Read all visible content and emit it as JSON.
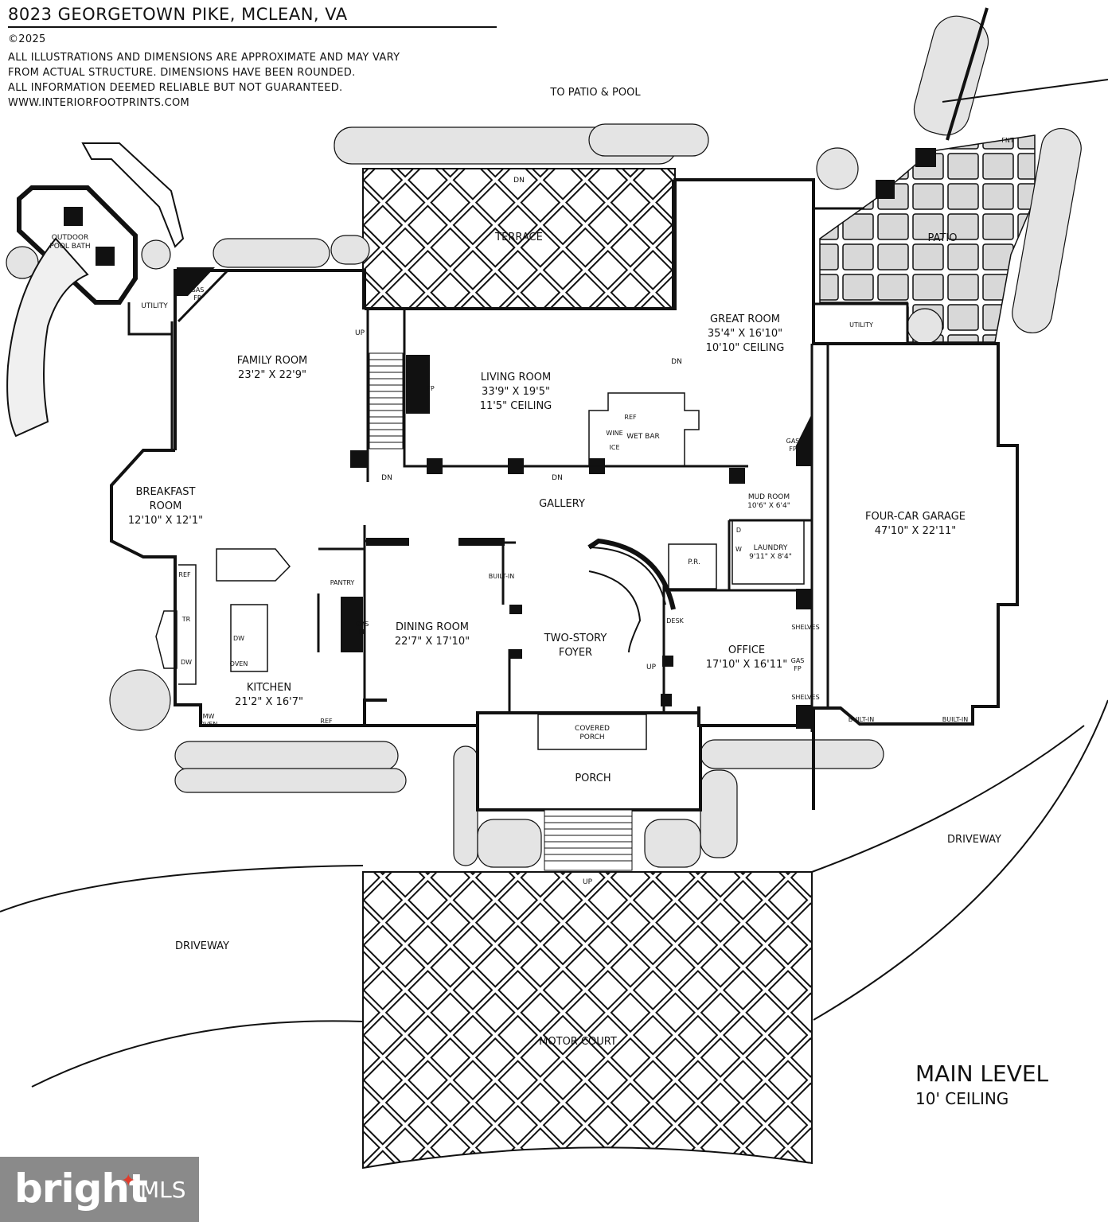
{
  "header": {
    "address": "8023 GEORGETOWN PIKE, MCLEAN, VA",
    "copyright": "©2025",
    "disclaimer": [
      "ALL ILLUSTRATIONS AND DIMENSIONS ARE APPROXIMATE AND MAY VARY",
      "FROM ACTUAL STRUCTURE. DIMENSIONS HAVE BEEN ROUNDED.",
      "ALL INFORMATION DEEMED RELIABLE BUT NOT GUARANTEED.",
      "WWW.INTERIORFOOTPRINTS.COM"
    ]
  },
  "labels": {
    "to_patio": "TO PATIO & POOL",
    "terrace": "TERRACE",
    "patio": "PATIO",
    "outdoor_pool_bath": [
      "OUTDOOR",
      "POOL BATH"
    ],
    "utility": "UTILITY",
    "utility2": "UTILITY",
    "gas_fp": [
      "GAS",
      "FP"
    ],
    "family_room": [
      "FAMILY ROOM",
      "23'2\" X 22'9\""
    ],
    "living_room": [
      "LIVING ROOM",
      "33'9\" X 19'5\"",
      "11'5\" CEILING"
    ],
    "great_room": [
      "GREAT ROOM",
      "35'4\" X 16'10\"",
      "10'10\" CEILING"
    ],
    "fp": "FP",
    "wet_bar": "WET BAR",
    "ref": "REF",
    "wine": "WINE",
    "ice": "ICE",
    "breakfast_room": [
      "BREAKFAST",
      "ROOM",
      "12'10\" X 12'1\""
    ],
    "gallery": "GALLERY",
    "mud_room": [
      "MUD ROOM",
      "10'6\" X 6'4\""
    ],
    "laundry": [
      "LAUNDRY",
      "9'11\" X 8'4\""
    ],
    "pr": "P.R.",
    "four_car_garage": [
      "FOUR-CAR GARAGE",
      "47'10\" X 22'11\""
    ],
    "pantry": "PANTRY",
    "dining_room": [
      "DINING ROOM",
      "22'7\" X 17'10\""
    ],
    "two_story_foyer": [
      "TWO-STORY",
      "FOYER"
    ],
    "office": [
      "OFFICE",
      "17'10\" X 16'11\""
    ],
    "kitchen": [
      "KITCHEN",
      "21'2\" X 16'7\""
    ],
    "covered_porch": [
      "COVERED",
      "PORCH"
    ],
    "porch": "PORCH",
    "built_in": "BUILT-IN",
    "shelves": "SHELVES",
    "desk": "DESK",
    "mw_oven": [
      "MW",
      "OVEN"
    ],
    "dw": "DW",
    "tr": "TR",
    "oven": "OVEN",
    "d": "D",
    "w": "W",
    "fnt": "FNT",
    "dn": "DN",
    "up": "UP",
    "driveway": "DRIVEWAY",
    "motor_court": "MOTOR COURT",
    "main_level": "MAIN LEVEL",
    "ceiling": "10' CEILING"
  },
  "logo": {
    "brand": "bright",
    "suffix": "MLS",
    "bg_color": "#8a8a8a",
    "accent": "#e03c2c"
  }
}
